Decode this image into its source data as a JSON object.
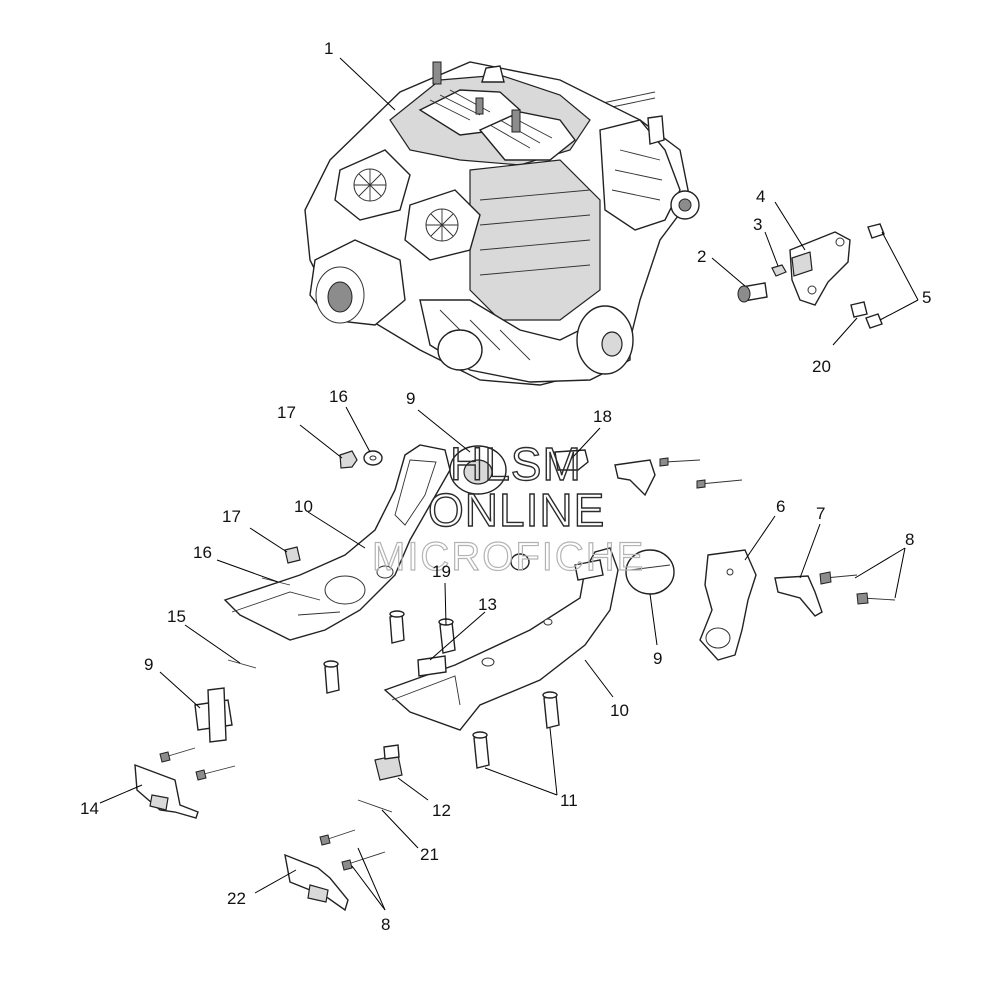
{
  "watermark": {
    "line1": "HLSM",
    "line2": "ONLINE",
    "line3": "MICROFICHE"
  },
  "callouts": [
    "1",
    "2",
    "3",
    "4",
    "5",
    "20",
    "17",
    "16",
    "9",
    "18",
    "10",
    "17",
    "16",
    "15",
    "9",
    "14",
    "19",
    "13",
    "6",
    "7",
    "8",
    "9",
    "10",
    "11",
    "12",
    "21",
    "22",
    "8"
  ]
}
